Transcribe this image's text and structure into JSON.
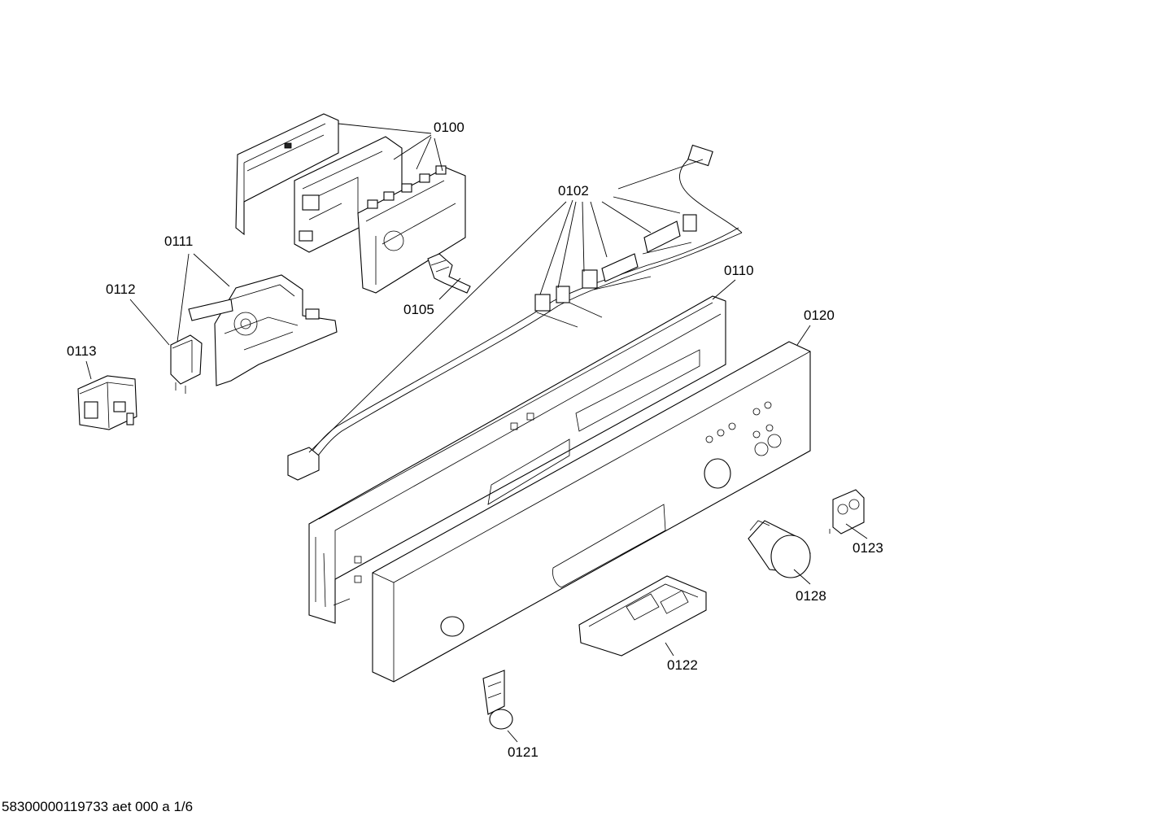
{
  "diagram": {
    "part_labels": {
      "p0100": "0100",
      "p0102": "0102",
      "p0105": "0105",
      "p0110": "0110",
      "p0111": "0111",
      "p0112": "0112",
      "p0113": "0113",
      "p0120": "0120",
      "p0121": "0121",
      "p0122": "0122",
      "p0123": "0123",
      "p0128": "0128"
    },
    "footer": "58300000119733 aet 000 a 1/6"
  }
}
